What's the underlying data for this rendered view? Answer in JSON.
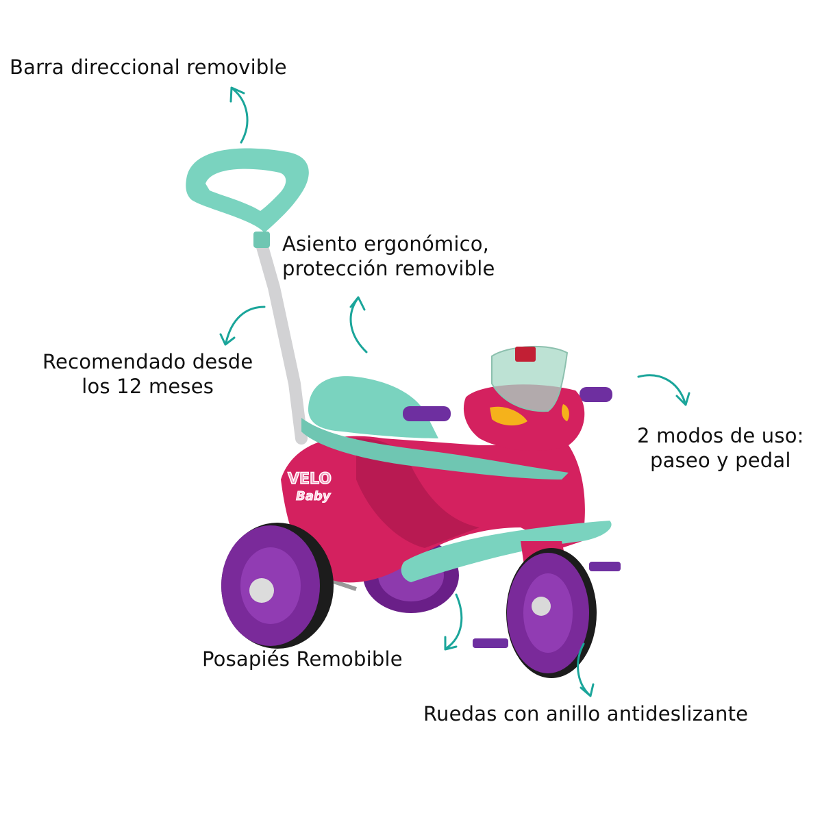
{
  "colors": {
    "arrow": "#1aa59a",
    "body_pink": "#d4215f",
    "teal": "#7ad3bf",
    "wheel_purple": "#7a2a9a",
    "grip_purple": "#6e2fa0",
    "bar_gray": "#d2d2d4",
    "text": "#111111"
  },
  "labels": {
    "barra": "Barra direccional removible",
    "asiento_line1": "Asiento ergonómico,",
    "asiento_line2": "protección removible",
    "recomendado_line1": "Recomendado desde",
    "recomendado_line2": "los 12 meses",
    "modos_line1": "2 modos de uso:",
    "modos_line2": "paseo y pedal",
    "posapies": "Posapiés Remobible",
    "ruedas": "Ruedas con anillo antideslizante"
  },
  "brand": {
    "logo_text_1": "VELO",
    "logo_text_2": "Baby"
  }
}
